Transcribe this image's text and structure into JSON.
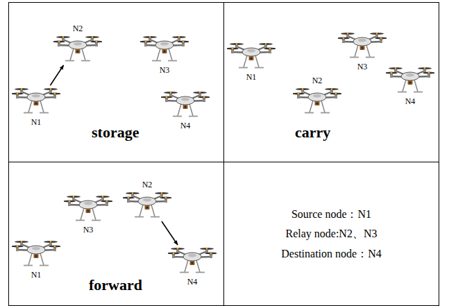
{
  "diagram": {
    "nodes": [
      {
        "text": [
          "storage"
        ]
      },
      {
        "text": [
          "N1"
        ],
        "in": 0
      },
      {
        "text": [
          "N2"
        ],
        "in": 0
      },
      {
        "text": [
          "N3"
        ],
        "in": 0
      },
      {
        "text": [
          "N4"
        ],
        "in": 0
      },
      {
        "text": [
          "carry"
        ]
      },
      {
        "text": [
          "N1"
        ],
        "in": 5
      },
      {
        "text": [
          "N2"
        ],
        "in": 5
      },
      {
        "text": [
          "N3"
        ],
        "in": 5
      },
      {
        "text": [
          "N4"
        ],
        "in": 5
      },
      {
        "text": [
          "forward"
        ]
      },
      {
        "text": [
          "N1"
        ],
        "in": 10
      },
      {
        "text": [
          "N2"
        ],
        "in": 10
      },
      {
        "text": [
          "N3"
        ],
        "in": 10
      },
      {
        "text": [
          "N4"
        ],
        "in": 10
      },
      {
        "text": [
          "Source node：N1",
          "Relay node:N2、N3",
          "Destination node：N4"
        ]
      }
    ],
    "edges": [
      {
        "from": 1,
        "to": 2,
        "arrow": "to"
      },
      {
        "from": 12,
        "to": 14,
        "arrow": "to"
      }
    ]
  }
}
